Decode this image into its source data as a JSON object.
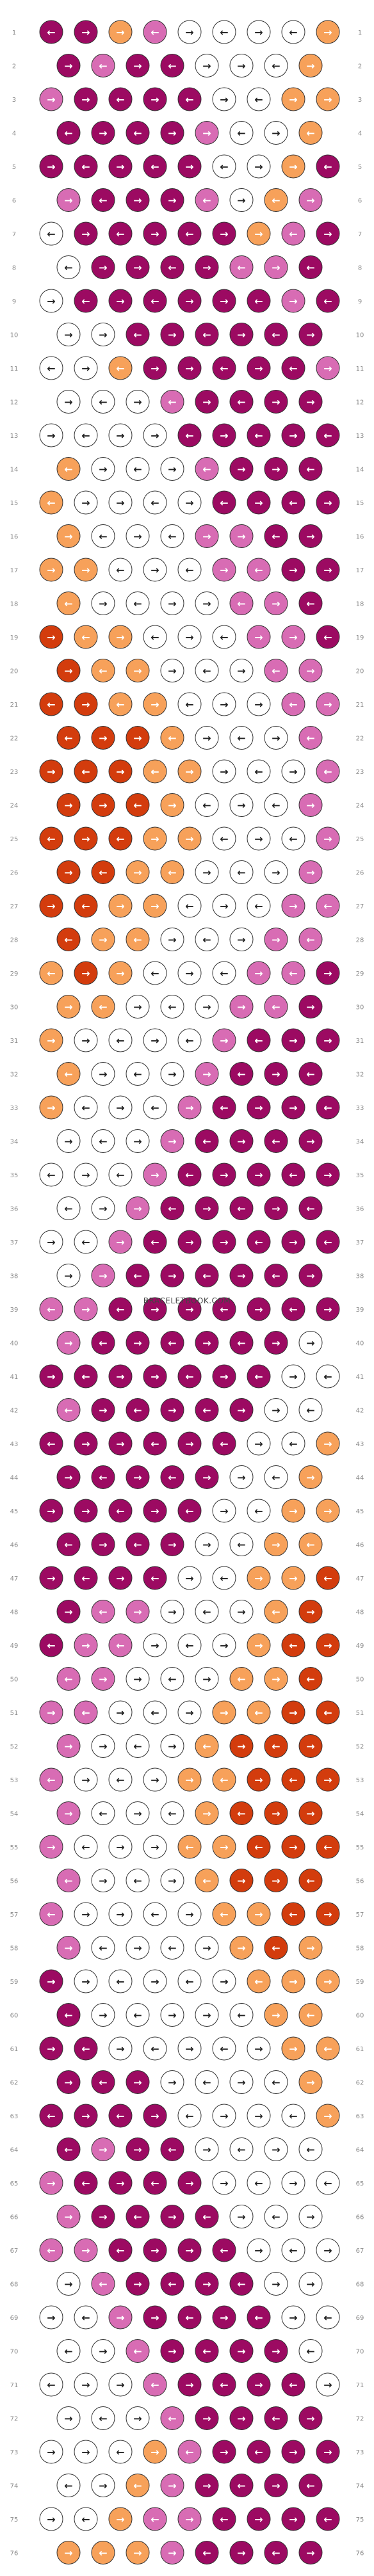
{
  "watermark": "BRACELETBOOK.COM",
  "colors": {
    "A": "#9c0a62",
    "B": "#d86cb4",
    "C": "#ffffff",
    "D": "#f7a15a",
    "E": "#d33c0d",
    "outline": "#333333",
    "row_label": "#8a8a8a"
  },
  "icons": [
    "arrow-left-icon",
    "arrow-right-icon"
  ],
  "row_labels": [
    "1",
    "2",
    "3",
    "4",
    "5",
    "6",
    "7",
    "8",
    "9",
    "10",
    "11",
    "12",
    "13",
    "14",
    "15",
    "16",
    "17",
    "18",
    "19",
    "20",
    "21",
    "22",
    "23",
    "24",
    "25",
    "26",
    "27",
    "28",
    "29",
    "30",
    "31",
    "32",
    "33",
    "34",
    "35",
    "36",
    "37",
    "38",
    "39",
    "40",
    "41",
    "42",
    "43",
    "44",
    "45",
    "46",
    "47",
    "48",
    "49",
    "50",
    "51",
    "52",
    "53",
    "54",
    "55",
    "56",
    "57",
    "58",
    "59",
    "60",
    "61",
    "62",
    "63",
    "64",
    "65",
    "66",
    "67",
    "68",
    "69",
    "70",
    "71",
    "72",
    "73",
    "74",
    "75",
    "76"
  ],
  "knot_rows": [
    "AADBCCCCD",
    "ABAACCCD",
    "BAAAACCDD",
    "AAAABCCD",
    "AAAAACCDA",
    "BAAABCDB",
    "CAAAAADBA",
    "CAAAABBA",
    "CAAAAAABA",
    "CCAAAAAA",
    "CCDAAAAAB",
    "CCCBAAAA",
    "CCCCAAAAA",
    "DCCCBAAA",
    "DCCCCAAAA",
    "DCCCBBAA",
    "DDCCCBBAA",
    "DCCCCBBA",
    "EDDCCCBBA",
    "EDDCCCBB",
    "EEDDCCCBB",
    "EEEDCCCB",
    "EEEDDCCCB",
    "EEEDCCCB",
    "EEEDDCCCB",
    "EEDDCCCB",
    "EEDDCCCBB",
    "EDDCCCBB",
    "DEDCCCBBA",
    "DDCCCBBA",
    "DCCCCBAAA",
    "DCCCBAAA",
    "DCCCBAAAA",
    "CCCBAAAA",
    "CCCBAAAAA",
    "CCBAAAAA",
    "CCBAAAAAA",
    "CBAAAAAA",
    "BBAAAAAAA",
    "BAAAAAAC",
    "AAAAAAACC",
    "BAAAAACC",
    "AAAAAACCD",
    "AAAAACCD",
    "AAAAACCDD",
    "AAAACCDD",
    "AAAACCDDE",
    "ABBCCCDE",
    "ABBCCCDEE",
    "BBCCCDDE",
    "BBCCCDDEE",
    "BCCCDEEE",
    "BCCCDDEEE",
    "BCCCDEEE",
    "BCCCDDEEE",
    "BCCCDEEE",
    "BCCCCDDEE",
    "BCCCCDED",
    "ACCCCCDDD",
    "ACCCCCDD",
    "AACCCCCDD",
    "AAACCCCD",
    "AAAACCCCD",
    "ABAACCCC",
    "BAAAACCCC",
    "BAAAACCC",
    "BBAAAACCC",
    "CBAAAACC",
    "CCBAAAACC",
    "CCBAAAAC",
    "CCCBAAAAC",
    "CCCBAAAA",
    "CCCDBAAAA",
    "CCDBAAAA",
    "CCDBBAAAA",
    "DDDBAAAA"
  ]
}
